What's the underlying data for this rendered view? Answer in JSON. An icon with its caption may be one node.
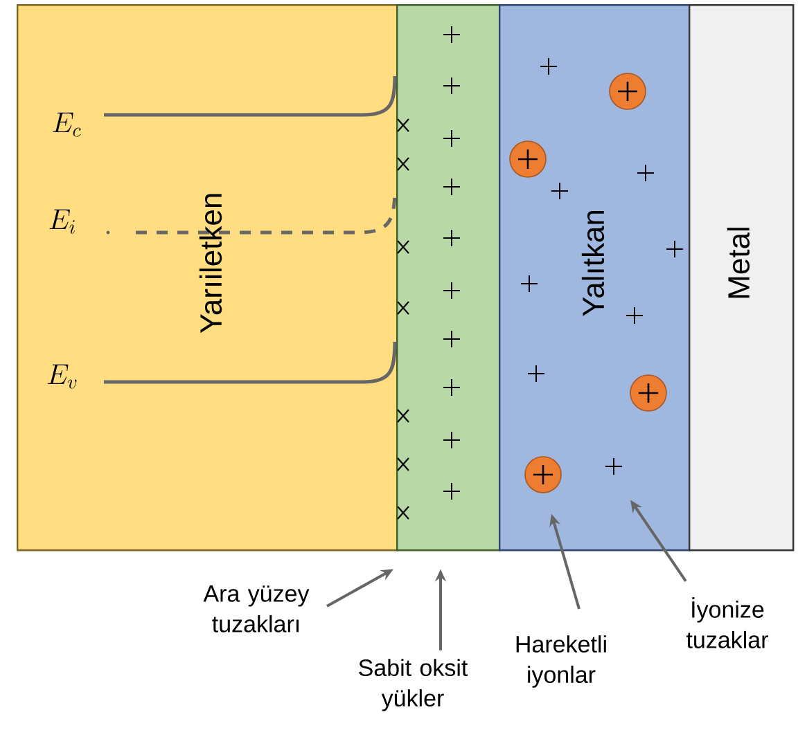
{
  "diagram": {
    "nodes": [
      {
        "text": [
          "Yarıiletken"
        ]
      },
      {
        "text": [],
        "shape": "box"
      },
      {
        "text": [
          "Yalıtkan"
        ]
      },
      {
        "text": [
          "Metal"
        ]
      },
      {
        "text": [
          "Ara yüzey tuzakları"
        ]
      },
      {
        "text": [
          "Sabit oksit yükler"
        ]
      },
      {
        "text": [
          "Hareketli iyonlar"
        ]
      },
      {
        "text": [
          "İyonize tuzaklar"
        ]
      }
    ],
    "edges": [
      {
        "from": 4,
        "to": 0,
        "arrow": "to"
      },
      {
        "from": 5,
        "to": 1,
        "arrow": "to"
      },
      {
        "from": 6,
        "to": 2,
        "arrow": "to"
      },
      {
        "from": 7,
        "to": 2,
        "arrow": "to"
      }
    ],
    "labels": [
      "E_c",
      "E_i",
      "E_v"
    ]
  }
}
